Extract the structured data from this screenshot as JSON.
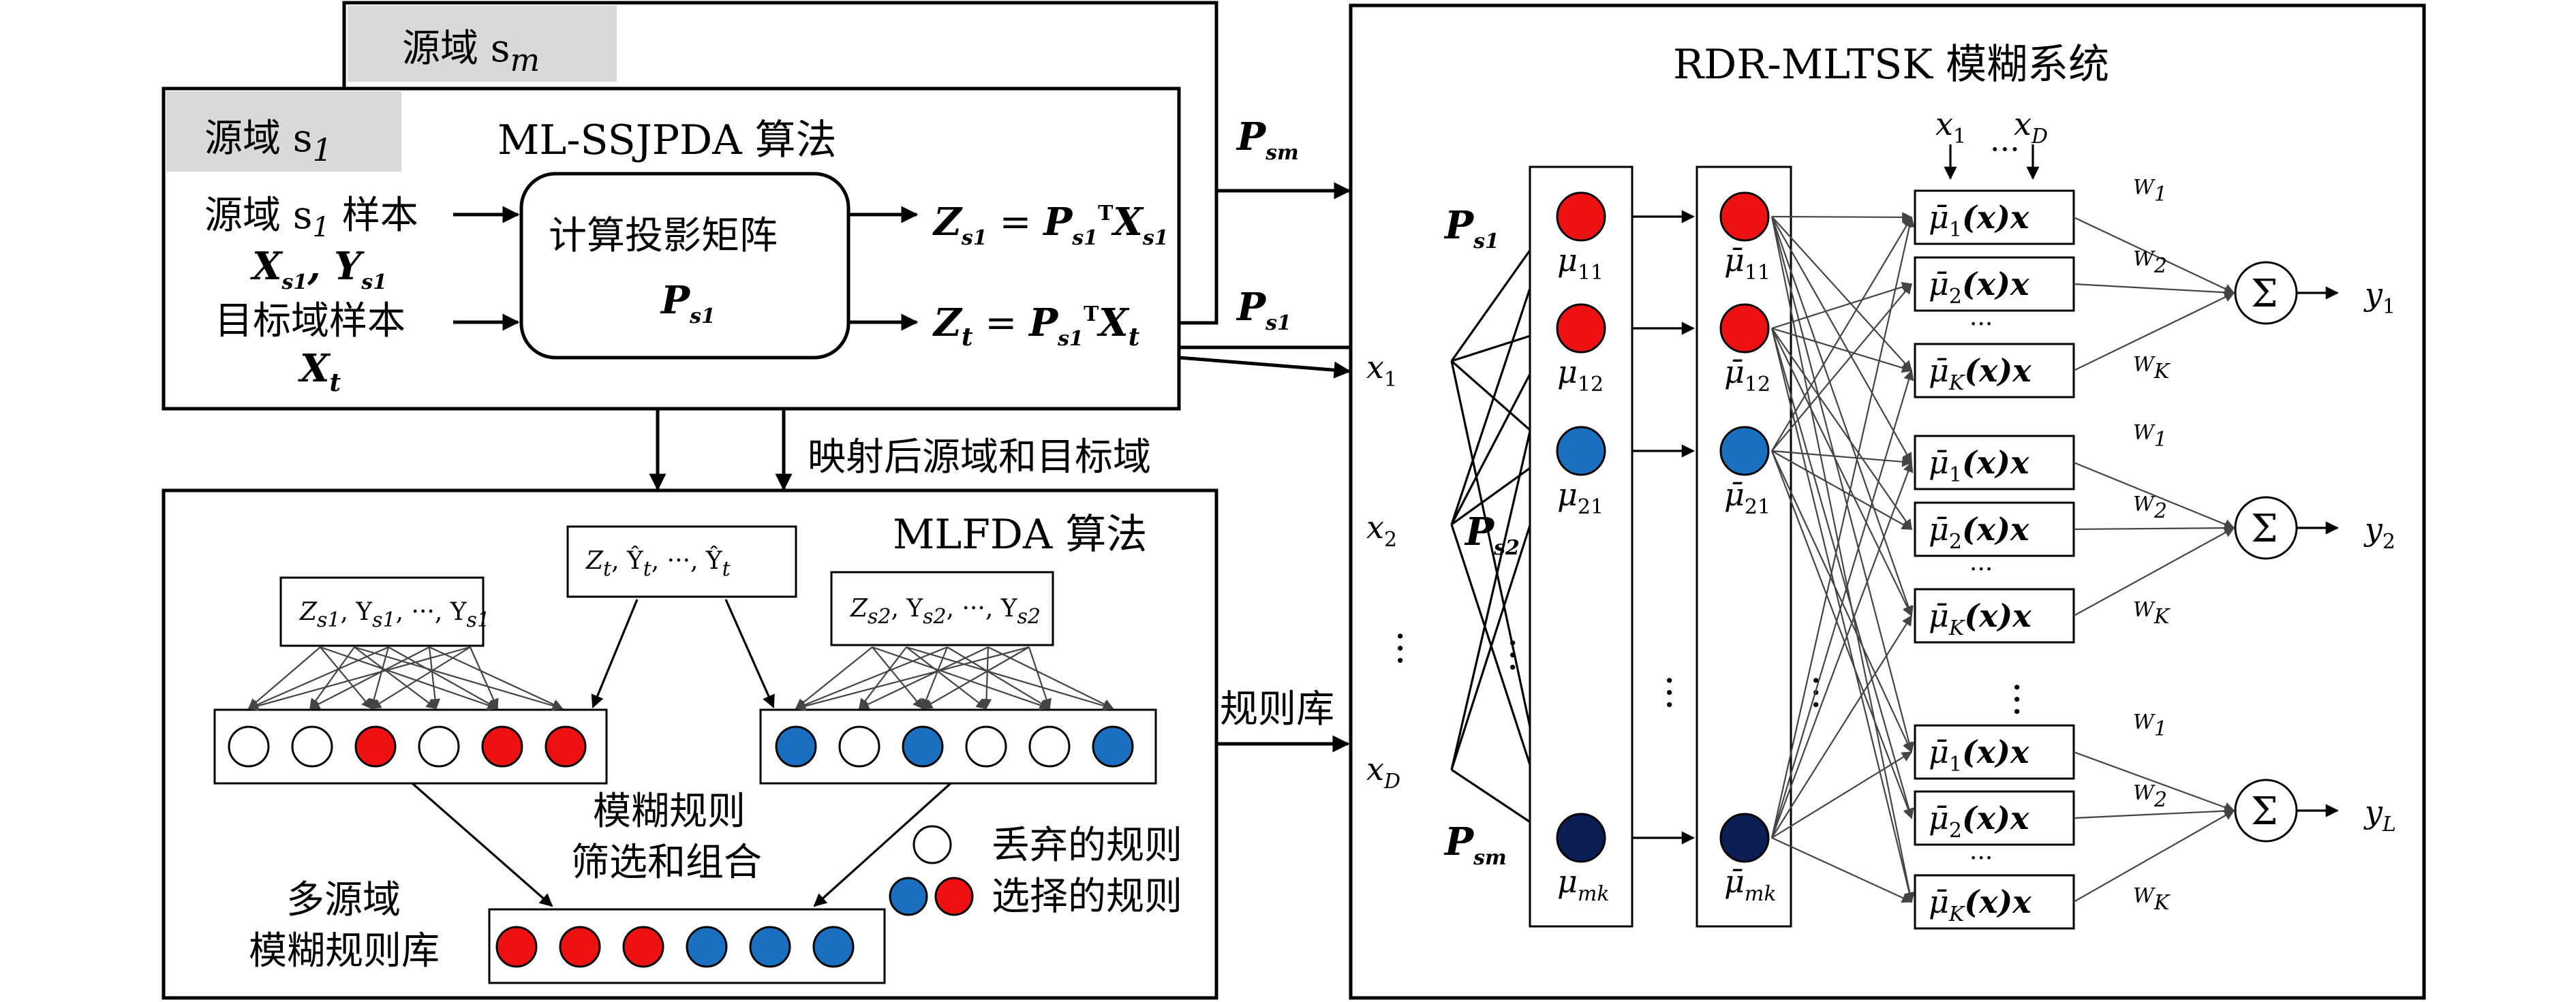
{
  "left_panel": {
    "source_m": "源域 s",
    "source_m_sub": "m",
    "source_1": "源域 s",
    "source_1_sub": "1",
    "algo_title": "ML-SSJPDA 算法",
    "input1_line1": "源域 s",
    "input1_sub": "1",
    "input1_word": " 样本",
    "input1_line2": "X",
    "input1_line2b": "Y",
    "input2_line1": "目标域样本",
    "input2_line2": "X",
    "input2_sub": "t",
    "compute_label": "计算投影矩阵",
    "compute_symbol": "P",
    "compute_sub": "s1",
    "out1": "Z",
    "out1_sub": "s1",
    "out1_eq": " = ",
    "out1_rhs": "P",
    "out1_rhs_sup": "T",
    "out1_rhs_x": "X",
    "out2": "Z",
    "out2_sub": "t",
    "mapping_label": "映射后源域和目标域"
  },
  "bottom_panel": {
    "algo_title": "MLFDA 算法",
    "box_left": "Z",
    "box_mid": "Z",
    "box_right": "Z",
    "fuzzy_rules": "模糊规则",
    "filter_combine": "筛选和组合",
    "multi_source": "多源域",
    "rule_base": "模糊规则库",
    "discard_label": "丢弃的规则",
    "select_label": "选择的规则",
    "rule_base_arrow": "规则库"
  },
  "right_panel": {
    "title": "RDR-MLTSK 模糊系统",
    "p_sm": "P",
    "p_s1": "P",
    "inputs": [
      "x",
      "x",
      "x"
    ],
    "input_subs": [
      "1",
      "2",
      "D"
    ],
    "mu_labels": [
      "μ",
      "μ",
      "μ",
      "μ"
    ],
    "mu_subs": [
      "11",
      "12",
      "21",
      "mk"
    ],
    "mubar_subs": [
      "11",
      "12",
      "21",
      "mk"
    ],
    "rule_funcs": [
      "μ̄",
      "μ̄",
      "μ̄"
    ],
    "rule_func_subs": [
      "1",
      "2",
      "K"
    ],
    "rule_suffix": "(x)x",
    "outputs": [
      "y",
      "y",
      "y"
    ],
    "output_subs": [
      "1",
      "2",
      "L"
    ],
    "sum_symbol": "Σ",
    "weight": "W",
    "x1_top": "x",
    "xD_top": "x",
    "dots": "···"
  },
  "colors": {
    "red": "#ee1111",
    "blue": "#1a6fc0",
    "navy": "#0c1f55",
    "gray": "#d9d9d9"
  }
}
